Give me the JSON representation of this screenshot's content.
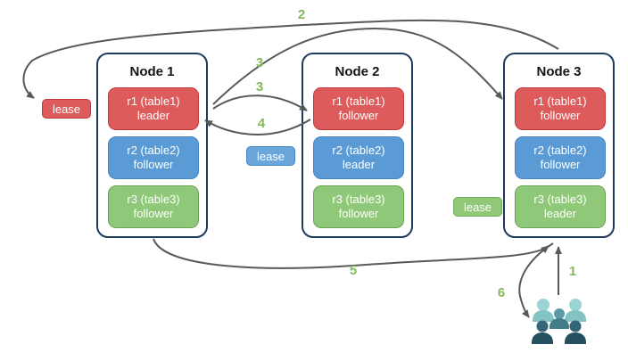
{
  "diagram": {
    "nodes": [
      {
        "name": "Node 1",
        "replicas": [
          {
            "id": "r1 (table1)",
            "role": "leader"
          },
          {
            "id": "r2 (table2)",
            "role": "follower"
          },
          {
            "id": "r3 (table3)",
            "role": "follower"
          }
        ]
      },
      {
        "name": "Node 2",
        "replicas": [
          {
            "id": "r1 (table1)",
            "role": "follower"
          },
          {
            "id": "r2 (table2)",
            "role": "leader"
          },
          {
            "id": "r3 (table3)",
            "role": "follower"
          }
        ]
      },
      {
        "name": "Node 3",
        "replicas": [
          {
            "id": "r1 (table1)",
            "role": "follower"
          },
          {
            "id": "r2 (table2)",
            "role": "follower"
          },
          {
            "id": "r3 (table3)",
            "role": "leader"
          }
        ]
      }
    ],
    "leases": {
      "red": "lease",
      "blue": "lease",
      "green": "lease"
    },
    "steps": {
      "s1": "1",
      "s2": "2",
      "s3a": "3",
      "s3b": "3",
      "s4": "4",
      "s5": "5",
      "s6": "6"
    },
    "icons": {
      "clients": "people-group-icon"
    },
    "colors": {
      "replica_red": "#dd5b5b",
      "replica_red_border": "#c13a3a",
      "replica_blue": "#5b9bd5",
      "replica_blue_border": "#4384c6",
      "replica_green": "#8fc878",
      "replica_green_border": "#64a653",
      "lease_blue": "#6aa5dc",
      "node_border": "#1f3a5f",
      "arrow": "#595959",
      "step_label": "#83b95c",
      "clients_light": "#8ccbcb",
      "clients_medium": "#4f8f99",
      "clients_dark": "#2b5a68"
    }
  }
}
